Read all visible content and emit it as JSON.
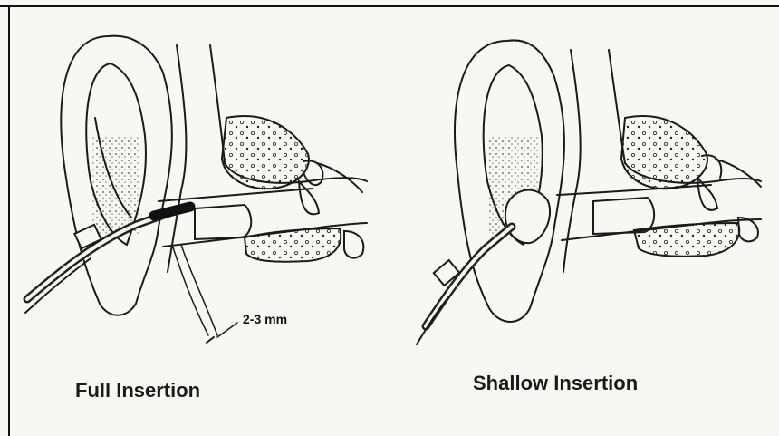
{
  "panels": {
    "left": {
      "caption": "Full Insertion",
      "measurement_label": "2-3 mm"
    },
    "right": {
      "caption": "Shallow Insertion"
    }
  },
  "colors": {
    "ink": "#1a1a1a",
    "paper": "#f7f7f5"
  }
}
